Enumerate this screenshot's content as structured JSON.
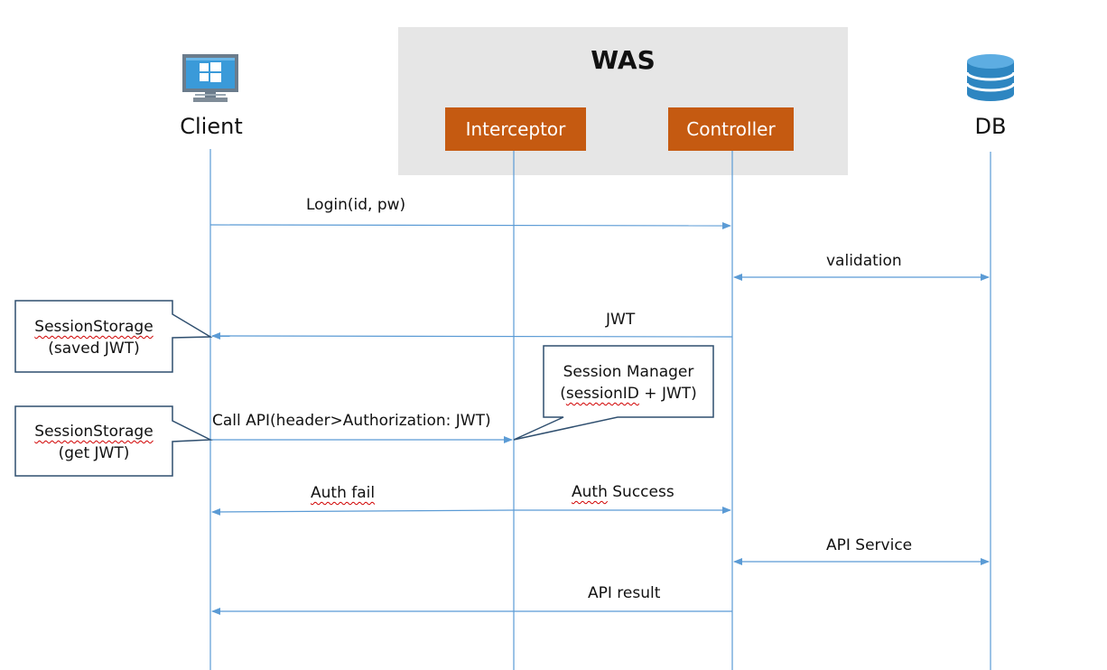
{
  "was": {
    "title": "WAS"
  },
  "actors": {
    "client": "Client",
    "interceptor": "Interceptor",
    "controller": "Controller",
    "db": "DB"
  },
  "messages": {
    "login": "Login(id, pw)",
    "validation": "validation",
    "jwt": "JWT",
    "call_api": "Call API(header>Authorization: JWT)",
    "auth_fail": "Auth fail",
    "auth_success_word1": "Auth",
    "auth_success_word2": " Success",
    "api_service": "API Service",
    "api_result": "API result"
  },
  "notes": {
    "saved_line1": "SessionStorage",
    "saved_line2": "(saved JWT)",
    "get_line1": "SessionStorage",
    "get_line2": "(get JWT)",
    "manager_line1": "Session Manager",
    "manager_line2_pre": "(",
    "manager_line2_word": "sessionID",
    "manager_line2_post": " + JWT)"
  },
  "colors": {
    "arrow": "#5b9bd5",
    "component_fill": "#c55a11",
    "was_fill": "#e6e6e6",
    "note_border": "#2f4f6f",
    "icon_blue": "#2e86c1"
  },
  "icons": {
    "client": "desktop-monitor-icon",
    "db": "database-icon"
  }
}
